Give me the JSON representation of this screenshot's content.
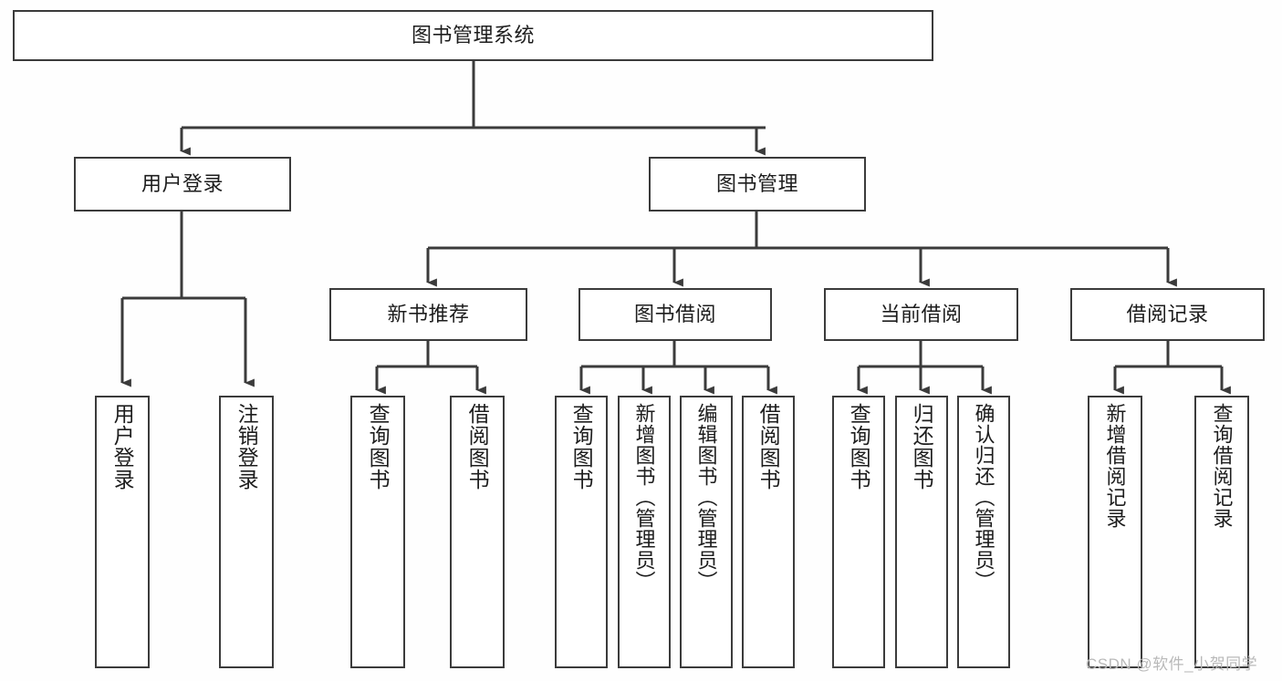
{
  "diagram": {
    "title": "图书管理系统",
    "type": "hierarchy-tree",
    "watermark": "CSDN @软件_小贺同学",
    "colors": {
      "background": "#fefefe",
      "node_fill": "#ffffff",
      "node_border": "#3b3b3b",
      "edge": "#3b3b3b",
      "text": "#1d1d1d",
      "watermark": "#b9b9b9"
    },
    "levels": {
      "root": "图书管理系统",
      "level2": [
        "用户登录",
        "图书管理"
      ],
      "level3": [
        "新书推荐",
        "图书借阅",
        "当前借阅",
        "借阅记录"
      ]
    },
    "nodes": {
      "root": {
        "label": "图书管理系统"
      },
      "user_login": {
        "label": "用户登录"
      },
      "book_admin": {
        "label": "图书管理"
      },
      "new_book_rec": {
        "label": "新书推荐"
      },
      "book_borrow": {
        "label": "图书借阅"
      },
      "current_borrow": {
        "label": "当前借阅"
      },
      "borrow_record": {
        "label": "借阅记录"
      },
      "leaf_user_login": {
        "label": "用户登录"
      },
      "leaf_logout": {
        "label": "注销登录"
      },
      "leaf_query_book_1": {
        "label": "查询图书"
      },
      "leaf_borrow_book_1": {
        "label": "借阅图书"
      },
      "leaf_query_book_2": {
        "label": "查询图书"
      },
      "leaf_add_book": {
        "label": "新增图书（管理员）"
      },
      "leaf_edit_book": {
        "label": "编辑图书（管理员）"
      },
      "leaf_borrow_book_2": {
        "label": "借阅图书"
      },
      "leaf_query_book_3": {
        "label": "查询图书"
      },
      "leaf_return_book": {
        "label": "归还图书"
      },
      "leaf_confirm_return": {
        "label": "确认归还（管理员）"
      },
      "leaf_add_record": {
        "label": "新增借阅记录"
      },
      "leaf_query_record": {
        "label": "查询借阅记录"
      }
    },
    "edges": [
      {
        "from": "root",
        "to": "user_login"
      },
      {
        "from": "root",
        "to": "book_admin"
      },
      {
        "from": "user_login",
        "to": "leaf_user_login"
      },
      {
        "from": "user_login",
        "to": "leaf_logout"
      },
      {
        "from": "book_admin",
        "to": "new_book_rec"
      },
      {
        "from": "book_admin",
        "to": "book_borrow"
      },
      {
        "from": "book_admin",
        "to": "current_borrow"
      },
      {
        "from": "book_admin",
        "to": "borrow_record"
      },
      {
        "from": "new_book_rec",
        "to": "leaf_query_book_1"
      },
      {
        "from": "new_book_rec",
        "to": "leaf_borrow_book_1"
      },
      {
        "from": "book_borrow",
        "to": "leaf_query_book_2"
      },
      {
        "from": "book_borrow",
        "to": "leaf_add_book"
      },
      {
        "from": "book_borrow",
        "to": "leaf_edit_book"
      },
      {
        "from": "book_borrow",
        "to": "leaf_borrow_book_2"
      },
      {
        "from": "current_borrow",
        "to": "leaf_query_book_3"
      },
      {
        "from": "current_borrow",
        "to": "leaf_return_book"
      },
      {
        "from": "current_borrow",
        "to": "leaf_confirm_return"
      },
      {
        "from": "borrow_record",
        "to": "leaf_add_record"
      },
      {
        "from": "borrow_record",
        "to": "leaf_query_record"
      }
    ]
  }
}
